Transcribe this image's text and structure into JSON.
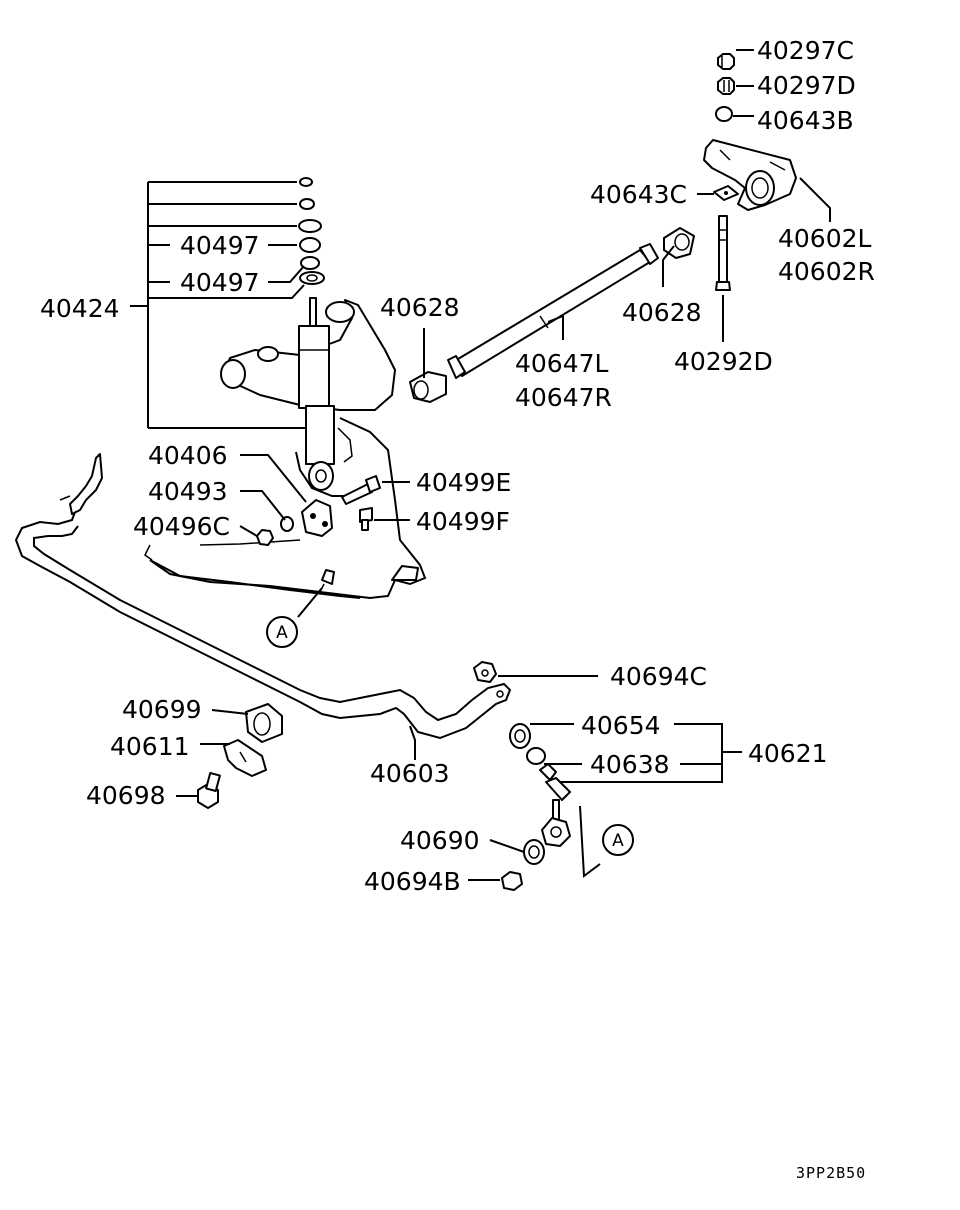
{
  "diagram": {
    "drawing_code": "3PP2B50",
    "callouts": [
      {
        "id": "40297C",
        "text": "40297C"
      },
      {
        "id": "40297D",
        "text": "40297D"
      },
      {
        "id": "40643B",
        "text": "40643B"
      },
      {
        "id": "40643C",
        "text": "40643C"
      },
      {
        "id": "40602L",
        "text": "40602L"
      },
      {
        "id": "40602R",
        "text": "40602R"
      },
      {
        "id": "40628a",
        "text": "40628"
      },
      {
        "id": "40628b",
        "text": "40628"
      },
      {
        "id": "40292D",
        "text": "40292D"
      },
      {
        "id": "40647L",
        "text": "40647L"
      },
      {
        "id": "40647R",
        "text": "40647R"
      },
      {
        "id": "40497a",
        "text": "40497"
      },
      {
        "id": "40497b",
        "text": "40497"
      },
      {
        "id": "40424",
        "text": "40424"
      },
      {
        "id": "40406",
        "text": "40406"
      },
      {
        "id": "40493",
        "text": "40493"
      },
      {
        "id": "40496C",
        "text": "40496C"
      },
      {
        "id": "40499E",
        "text": "40499E"
      },
      {
        "id": "40499F",
        "text": "40499F"
      },
      {
        "id": "40694C",
        "text": "40694C"
      },
      {
        "id": "40699",
        "text": "40699"
      },
      {
        "id": "40611",
        "text": "40611"
      },
      {
        "id": "40698",
        "text": "40698"
      },
      {
        "id": "40603",
        "text": "40603"
      },
      {
        "id": "40654",
        "text": "40654"
      },
      {
        "id": "40638",
        "text": "40638"
      },
      {
        "id": "40621",
        "text": "40621"
      },
      {
        "id": "40690",
        "text": "40690"
      },
      {
        "id": "40694B",
        "text": "40694B"
      }
    ],
    "reference_markers": [
      {
        "id": "A1",
        "text": "A"
      },
      {
        "id": "A2",
        "text": "A"
      }
    ]
  }
}
